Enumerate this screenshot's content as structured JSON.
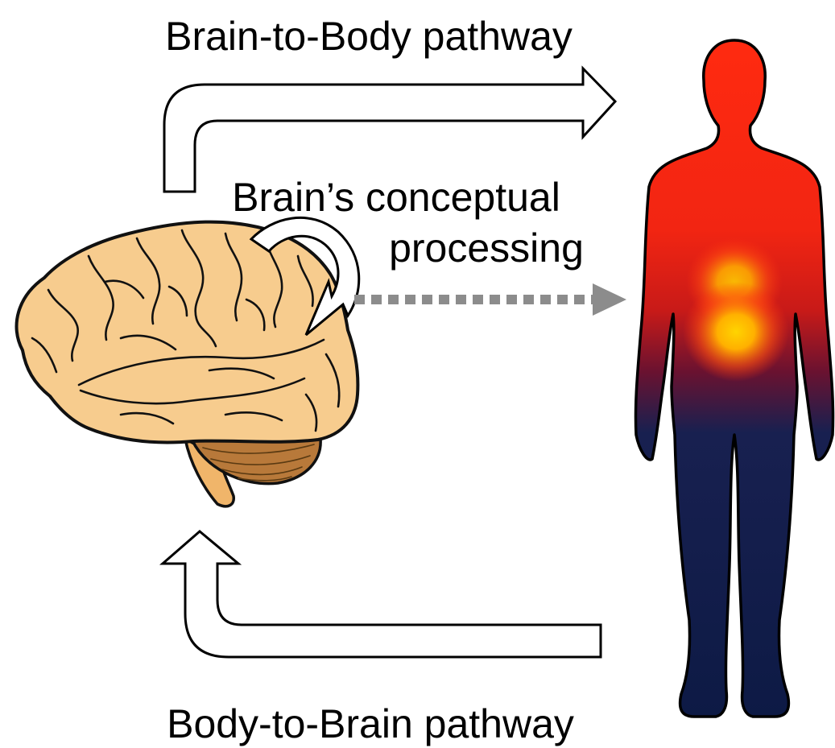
{
  "labels": {
    "brain_to_body": "Brain-to-Body pathway",
    "conceptual_line1": "Brain’s conceptual",
    "conceptual_line2": "processing",
    "body_to_brain": "Body-to-Brain pathway"
  },
  "colors": {
    "brain_fill": "#f7cc8e",
    "cerebellum_fill": "#b8793a",
    "arrow_fill": "#ffffff",
    "arrow_stroke": "#000000",
    "dotted_arrow": "#8c8c8c",
    "body_hot": "#ff2a10",
    "body_glow": "#ffd400",
    "body_cold": "#0d1a45"
  }
}
